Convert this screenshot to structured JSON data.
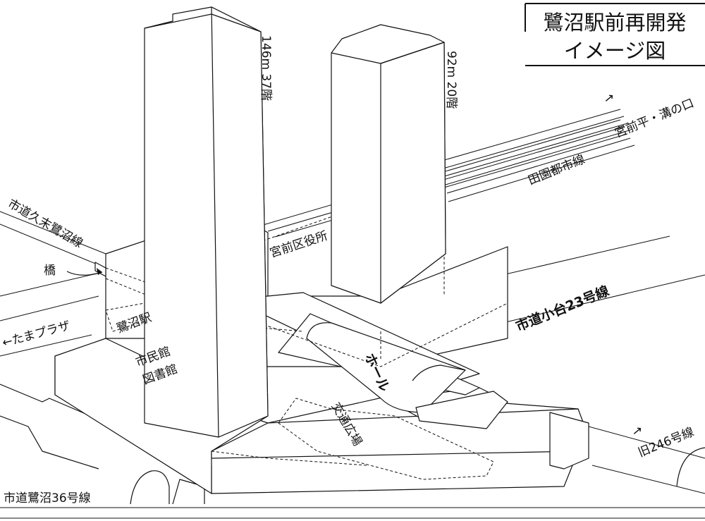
{
  "title": {
    "line1": "鷺沼駅前再開発",
    "line2": "イメージ図"
  },
  "buildings": {
    "tower_east_height": "146m 37階",
    "tower_west_height": "92m 20階"
  },
  "labels": {
    "miyamae_ward_office": "宮前区役所",
    "saginuma_station": "鷺沼駅",
    "civic_hall_library_1": "市民館",
    "civic_hall_library_2": "図書館",
    "hall": "ホール",
    "bus_terminal": "交通広場",
    "bridge": "橋",
    "tama_plaza": "←たまプラザ",
    "miyamaedaira": "宮前平・溝の口",
    "miyamaedaira_arrow": "→",
    "old_246_arrow": "→",
    "old_246": "旧246号線",
    "denentoshi_line": "田園都市線",
    "road_kume_saginuma": "市道久末鷺沼線",
    "road_kodai_23": "市道小台23号線",
    "road_saginuma_36": "市道鷺沼36号線"
  }
}
